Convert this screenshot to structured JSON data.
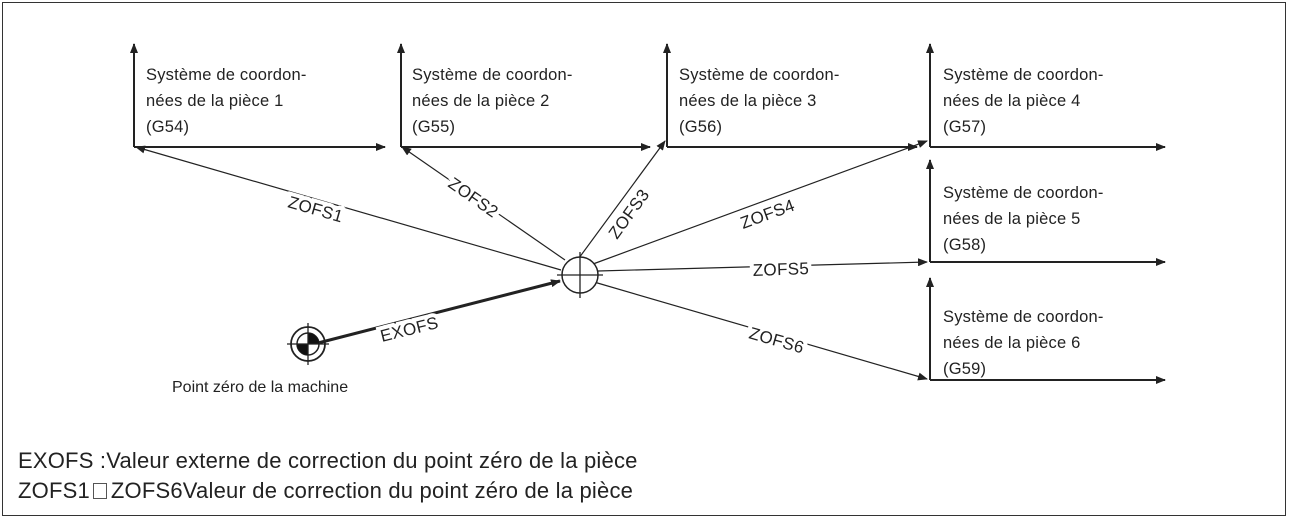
{
  "coordinate_systems": [
    {
      "lines": [
        "Système de coordon-",
        "nées de la pièce 1",
        "(G54)"
      ]
    },
    {
      "lines": [
        "Système de coordon-",
        "nées de la pièce 2",
        "(G55)"
      ]
    },
    {
      "lines": [
        "Système de coordon-",
        "nées de la pièce 3",
        "(G56)"
      ]
    },
    {
      "lines": [
        "Système de coordon-",
        "nées de la pièce 4",
        "(G57)"
      ]
    },
    {
      "lines": [
        "Système de coordon-",
        "nées de la pièce 5",
        "(G58)"
      ]
    },
    {
      "lines": [
        "Système de coordon-",
        "nées de la pièce 6",
        "(G59)"
      ]
    }
  ],
  "offsets": [
    "ZOFS1",
    "ZOFS2",
    "ZOFS3",
    "ZOFS4",
    "ZOFS5",
    "ZOFS6"
  ],
  "external_offset": "EXOFS",
  "machine_zero_label": "Point zéro de la machine",
  "legend": {
    "line1": "EXOFS :Valeur externe de correction du point zéro de la pièce",
    "line2_start": "ZOFS1",
    "line2_end": "ZOFS6Valeur de correction du point zéro de la pièce"
  }
}
